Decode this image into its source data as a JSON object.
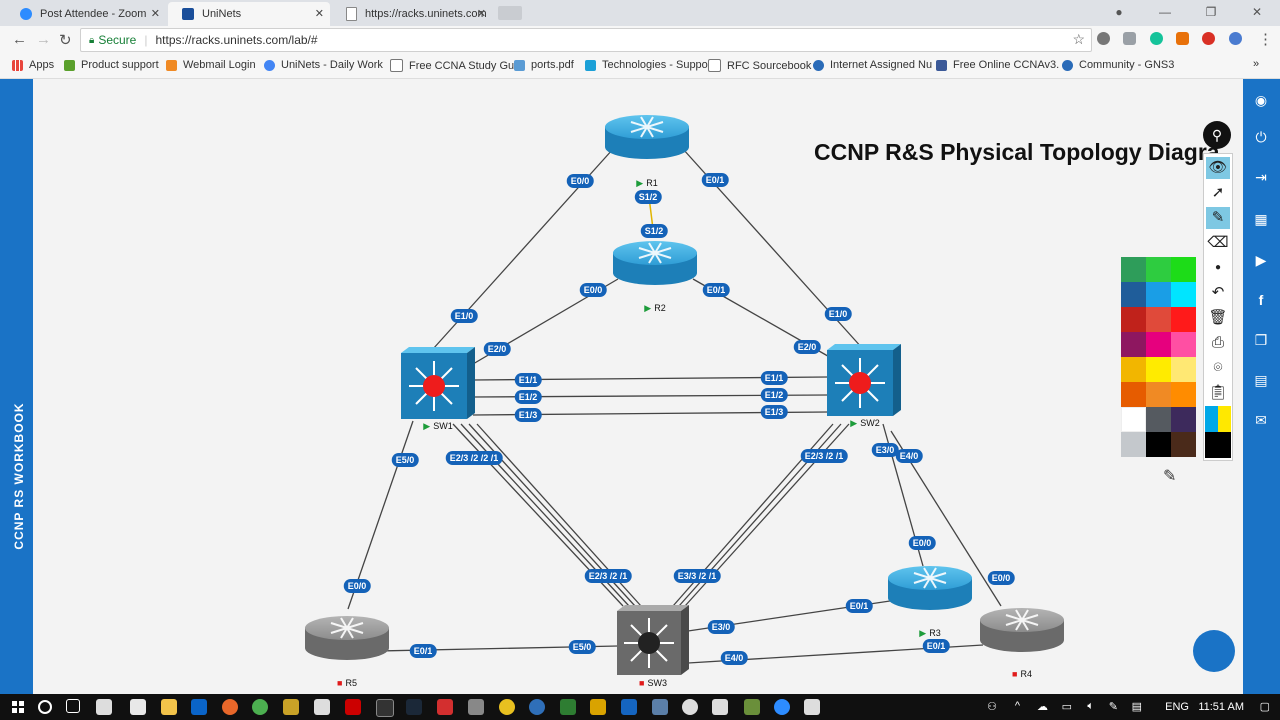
{
  "browser": {
    "tabs": [
      {
        "label": "Post Attendee - Zoom",
        "icon": "zoom-icon",
        "active": false
      },
      {
        "label": "UniNets",
        "icon": "uninets-icon",
        "active": true
      },
      {
        "label": "https://racks.uninets.com",
        "icon": "page-icon",
        "active": false
      }
    ],
    "security_label": "Secure",
    "url": "https://racks.uninets.com/lab/#",
    "bookmarks": [
      "Apps",
      "Product support",
      "Webmail Login",
      "UniNets - Daily Work",
      "Free CCNA Study Gui",
      "ports.pdf",
      "Technologies - Suppo",
      "RFC Sourcebook",
      "Internet Assigned Nu",
      "Free Online CCNAv3.",
      "Community - GNS3"
    ]
  },
  "sidebar": {
    "workbook_label": "CCNP RS WORKBOOK"
  },
  "diagram": {
    "title": "CCNP R&S Physical Topology Diagra",
    "devices": [
      {
        "id": "R1",
        "label": "R1",
        "type": "router",
        "color": "blue",
        "status": "running"
      },
      {
        "id": "R2",
        "label": "R2",
        "type": "router",
        "color": "blue",
        "status": "running"
      },
      {
        "id": "R3",
        "label": "R3",
        "type": "router",
        "color": "blue",
        "status": "running"
      },
      {
        "id": "R4",
        "label": "R4",
        "type": "router",
        "color": "gray",
        "status": "stopped"
      },
      {
        "id": "R5",
        "label": "R5",
        "type": "router",
        "color": "gray",
        "status": "stopped"
      },
      {
        "id": "SW1",
        "label": "SW1",
        "type": "switch",
        "color": "blue",
        "status": "running"
      },
      {
        "id": "SW2",
        "label": "SW2",
        "type": "switch",
        "color": "blue",
        "status": "running"
      },
      {
        "id": "SW3",
        "label": "SW3",
        "type": "switch",
        "color": "gray",
        "status": "stopped"
      }
    ],
    "interface_labels": [
      "E0/0",
      "E0/1",
      "S1/2",
      "S1/2",
      "E0/0",
      "E0/1",
      "E1/0",
      "E2/0",
      "E1/0",
      "E2/0",
      "E1/1",
      "E1/2",
      "E1/3",
      "E1/1",
      "E1/2",
      "E1/3",
      "E5/0",
      "E2/3 /2 /2 /1",
      "E2/3 /2 /1",
      "E3/0",
      "E4/0",
      "E0/0",
      "E0/1",
      "E2/3 /2 /1",
      "E3/3 /2 /1",
      "E5/0",
      "E3/0",
      "E4/0",
      "E0/0",
      "E0/1",
      "E0/0",
      "E0/1"
    ]
  },
  "draw_tools": [
    "marker-icon",
    "eye-icon",
    "cursor-icon",
    "pen-icon",
    "eraser-icon",
    "dot-icon",
    "undo-icon",
    "trash-icon",
    "print-icon",
    "camera-icon",
    "clipboard-icon"
  ],
  "palette": [
    "#2e9d5a",
    "#2ecc40",
    "#1ddc18",
    "#1f5d9a",
    "#1a9ee6",
    "#00e5ff",
    "#c0221b",
    "#e04a3a",
    "#ff1a1a",
    "#8e1760",
    "#e6007e",
    "#ff4fa3",
    "#f2b600",
    "#ffeb00",
    "#ffe873",
    "#e65c00",
    "#f08a24",
    "#ff8c00",
    "#ffffff",
    "#555a60",
    "#3d2a5c",
    "#c4c8cc",
    "#000000",
    "#4a2a1a"
  ],
  "right_sidebar_icons": [
    "toggle-icon",
    "power-icon",
    "signout-icon",
    "grid-icon",
    "youtube-icon",
    "facebook-icon",
    "copy-icon",
    "calendar-icon",
    "chat-icon"
  ],
  "taskbar": {
    "language": "ENG",
    "time": "11:51 AM"
  }
}
